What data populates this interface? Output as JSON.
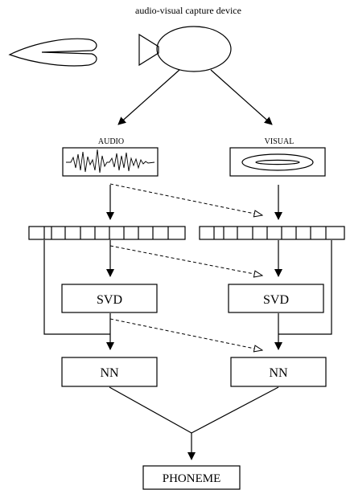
{
  "diagram": {
    "title": "audio-visual capture device",
    "audio_label": "AUDIO",
    "visual_label": "VISUAL",
    "svd_label": "SVD",
    "nn_label": "NN",
    "output_label": "PHONEME"
  },
  "colors": {
    "stroke": "#000000",
    "background": "#ffffff"
  }
}
